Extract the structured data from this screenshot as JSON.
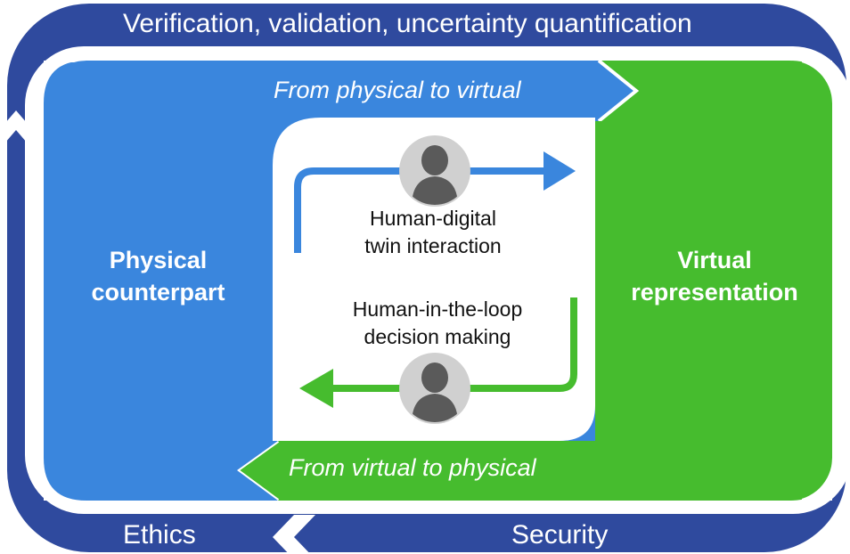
{
  "outer_ring": {
    "top_label": "Verification, validation, uncertainty quantification",
    "bottom_left_label": "Ethics",
    "bottom_right_label": "Security",
    "color": "#2F4A9E"
  },
  "physical": {
    "title_line1": "Physical",
    "title_line2": "counterpart",
    "color": "#3A86DD"
  },
  "virtual": {
    "title_line1": "Virtual",
    "title_line2": "representation",
    "color": "#46BC2E"
  },
  "flows": {
    "to_virtual": "From physical to virtual",
    "to_physical": "From virtual to physical"
  },
  "center": {
    "interaction_line1": "Human-digital",
    "interaction_line2": "twin interaction",
    "decision_line1": "Human-in-the-loop",
    "decision_line2": "decision making"
  },
  "icons": {
    "top": "person-avatar-icon",
    "bottom": "person-avatar-icon"
  }
}
